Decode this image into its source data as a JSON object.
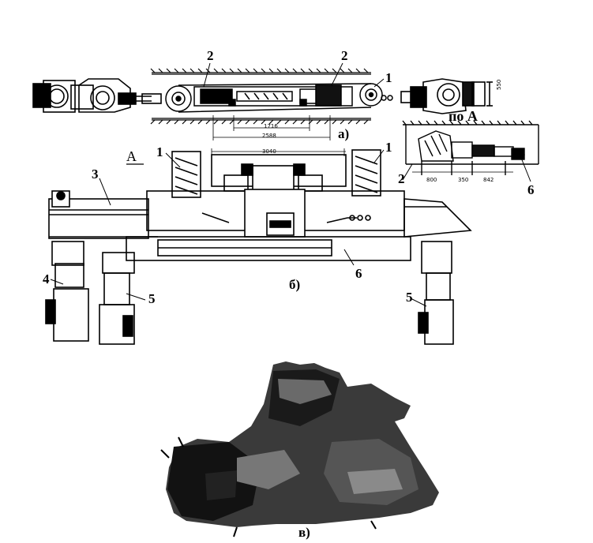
{
  "figure": {
    "view_a": {
      "caption": "а)",
      "callouts": [
        "2",
        "2",
        "1"
      ],
      "dimensions": [
        "1716",
        "2588",
        "550"
      ],
      "section_label": "по А"
    },
    "section_a": {
      "callouts": [
        "2",
        "6"
      ],
      "dimensions": [
        "800",
        "350",
        "842"
      ]
    },
    "view_b": {
      "caption": "б)",
      "view_marker": "А",
      "callouts": [
        "1",
        "1",
        "3",
        "4",
        "5",
        "5",
        "6"
      ],
      "dimensions": [
        "3040"
      ]
    },
    "photo_c": {
      "caption": "в)"
    }
  }
}
